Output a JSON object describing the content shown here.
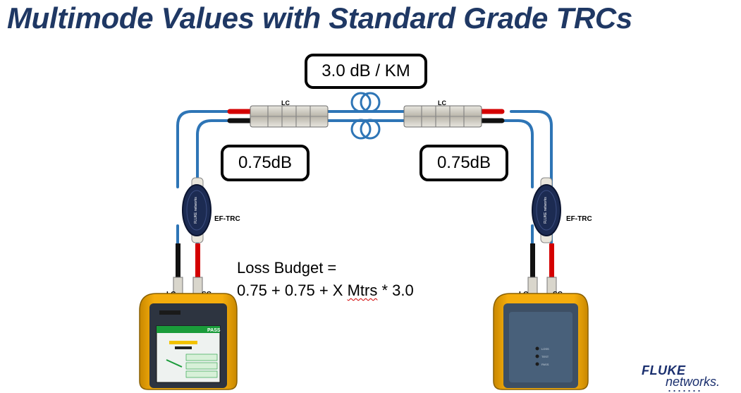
{
  "title": "Multimode Values with Standard Grade TRCs",
  "labels": {
    "fiber_loss": "3.0 dB / KM",
    "left_connection_loss": "0.75dB",
    "right_connection_loss": "0.75dB",
    "lc_top_left": "LC",
    "lc_top_right": "LC",
    "trc_left": "EF-TRC",
    "trc_right": "EF-TRC",
    "port_lc_left": "LC",
    "port_sc_left": "SC",
    "port_lc_right": "LC",
    "port_sc_right": "SC"
  },
  "formula": {
    "line1": "Loss Budget =",
    "line2_prefix": "0.75 + 0.75 + X ",
    "line2_word": "Mtrs",
    "line2_suffix": " * 3.0"
  },
  "screen": {
    "status": "PASS"
  },
  "remote_leds": [
    "LOSS",
    "TEST",
    "PASS"
  ],
  "logo": {
    "word1": "FLUKE",
    "word2": "networks."
  },
  "colors": {
    "title": "#1f3864",
    "fiber": "#2e75b6",
    "boot_red": "#d40000",
    "tester": "#f2a900",
    "face": "#3d4f64"
  }
}
